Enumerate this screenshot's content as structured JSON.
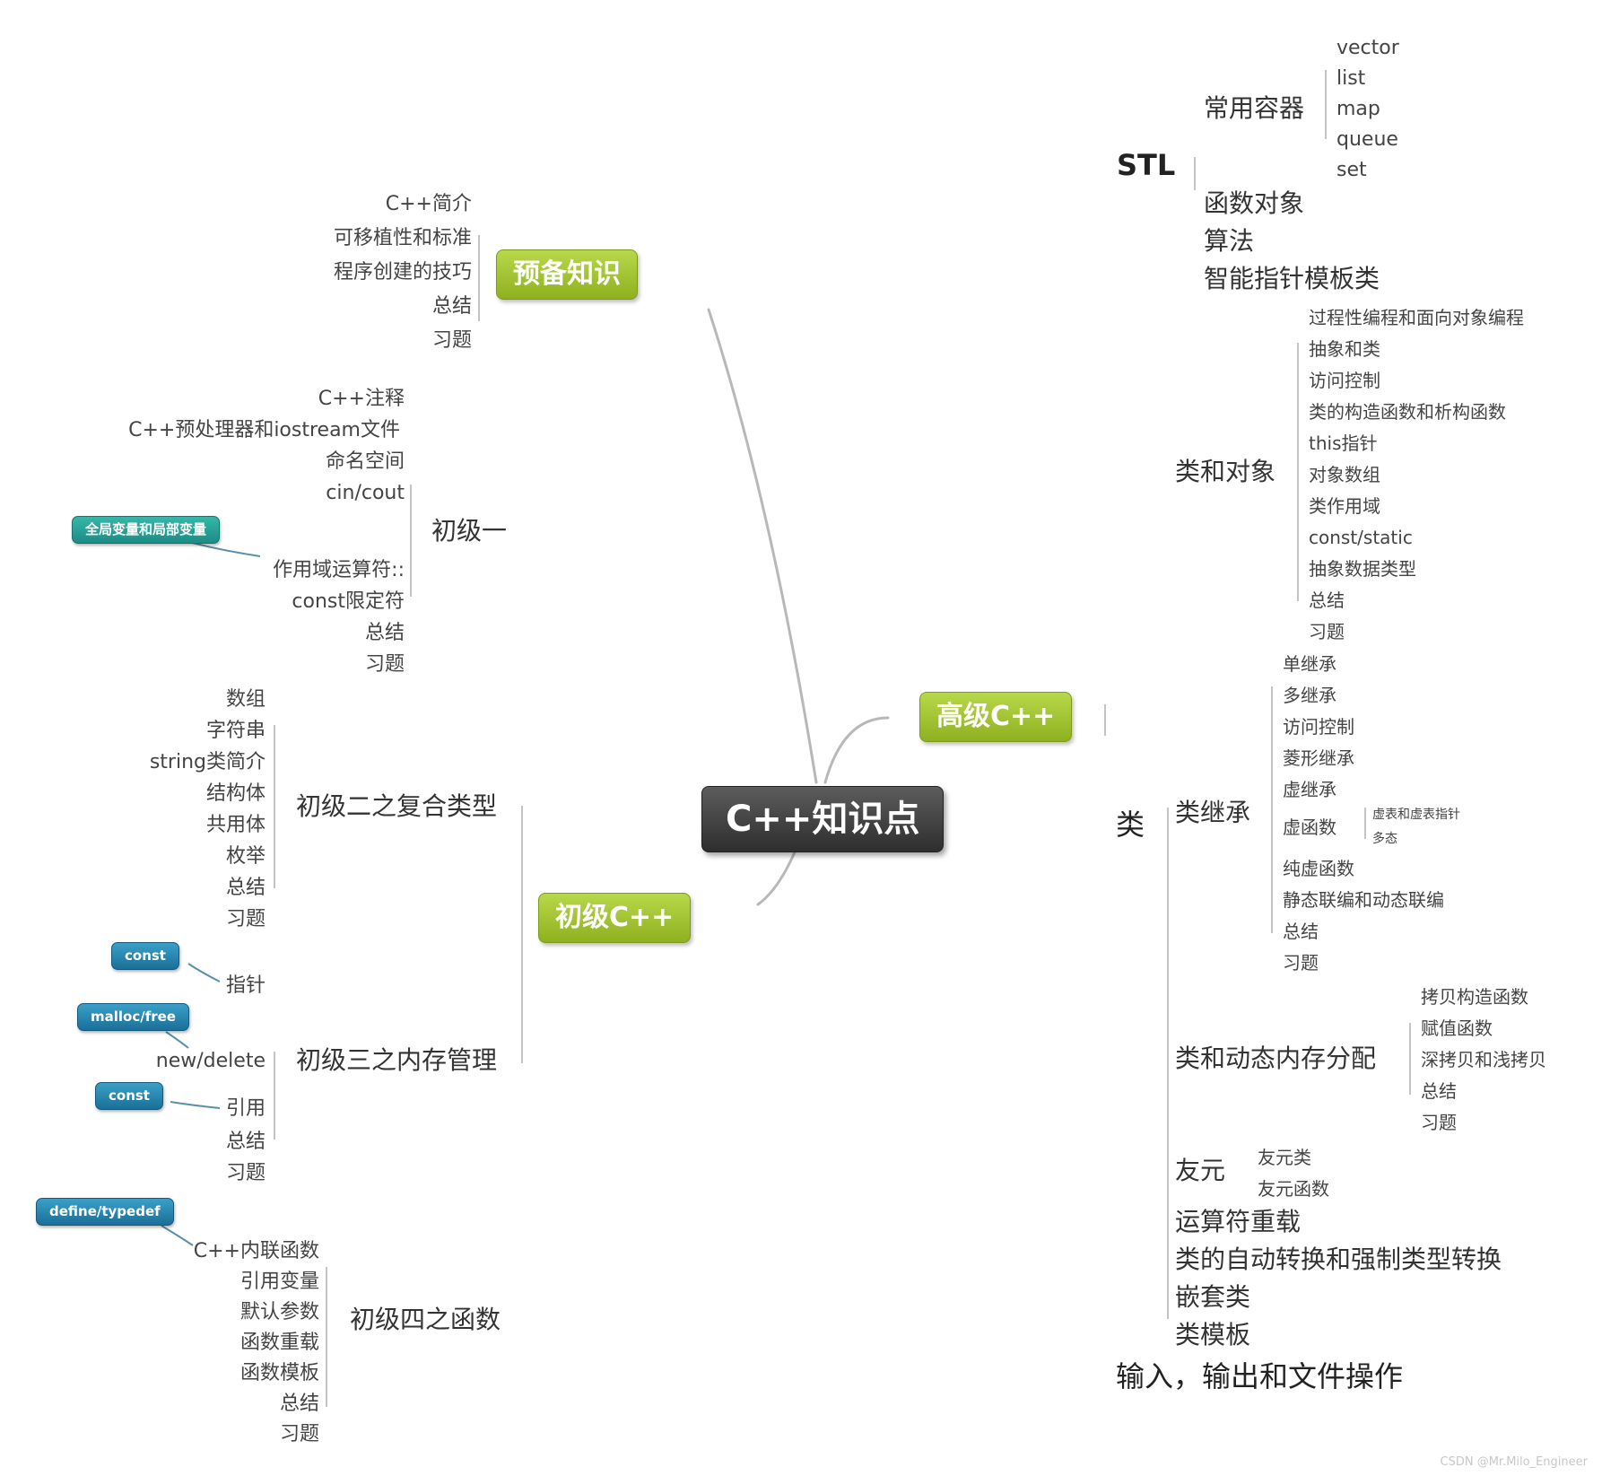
{
  "center": "C++知识点",
  "watermark": "CSDN @Mr.Milo_Engineer",
  "prep": {
    "label": "预备知识",
    "items": [
      "C++简介",
      "可移植性和标准",
      "程序创建的技巧",
      "总结",
      "习题"
    ]
  },
  "basic": {
    "label": "初级C++",
    "level1": {
      "label": "初级一",
      "items": [
        "C++注释",
        "C++预处理器和iostream文件",
        "命名空间",
        "cin/cout",
        "作用域运算符::",
        "const限定符",
        "总结",
        "习题"
      ],
      "callout": "全局变量和局部变量"
    },
    "level2": {
      "label": "初级二之复合类型",
      "items": [
        "数组",
        "字符串",
        "string类简介",
        "结构体",
        "共用体",
        "枚举",
        "总结",
        "习题"
      ]
    },
    "level3": {
      "label": "初级三之内存管理",
      "items": [
        "指针",
        "new/delete",
        "引用",
        "总结",
        "习题"
      ],
      "callout_pointer": "const",
      "callout_new": "malloc/free",
      "callout_ref": "const"
    },
    "level4": {
      "label": "初级四之函数",
      "items": [
        "C++内联函数",
        "引用变量",
        "默认参数",
        "函数重载",
        "函数模板",
        "总结",
        "习题"
      ],
      "callout": "define/typedef"
    }
  },
  "advanced": {
    "label": "高级C++",
    "stl": {
      "label": "STL",
      "containers": {
        "label": "常用容器",
        "items": [
          "vector",
          "list",
          "map",
          "queue",
          "set"
        ]
      },
      "items": [
        "函数对象",
        "算法",
        "智能指针模板类"
      ]
    },
    "class": {
      "label": "类",
      "objects": {
        "label": "类和对象",
        "items": [
          "过程性编程和面向对象编程",
          "抽象和类",
          "访问控制",
          "类的构造函数和析构函数",
          "this指针",
          "对象数组",
          "类作用域",
          "const/static",
          "抽象数据类型",
          "总结",
          "习题"
        ]
      },
      "inherit": {
        "label": "类继承",
        "items": [
          "单继承",
          "多继承",
          "访问控制",
          "菱形继承",
          "虚继承",
          "虚函数",
          "纯虚函数",
          "静态联编和动态联编",
          "总结",
          "习题"
        ],
        "virtual_sub": [
          "虚表和虚表指针",
          "多态"
        ]
      },
      "dynamic": {
        "label": "类和动态内存分配",
        "items": [
          "拷贝构造函数",
          "赋值函数",
          "深拷贝和浅拷贝",
          "总结",
          "习题"
        ]
      },
      "friend": {
        "label": "友元",
        "items": [
          "友元类",
          "友元函数"
        ]
      },
      "items": [
        "运算符重载",
        "类的自动转换和强制类型转换",
        "嵌套类",
        "类模板"
      ]
    },
    "io": "输入，输出和文件操作"
  }
}
